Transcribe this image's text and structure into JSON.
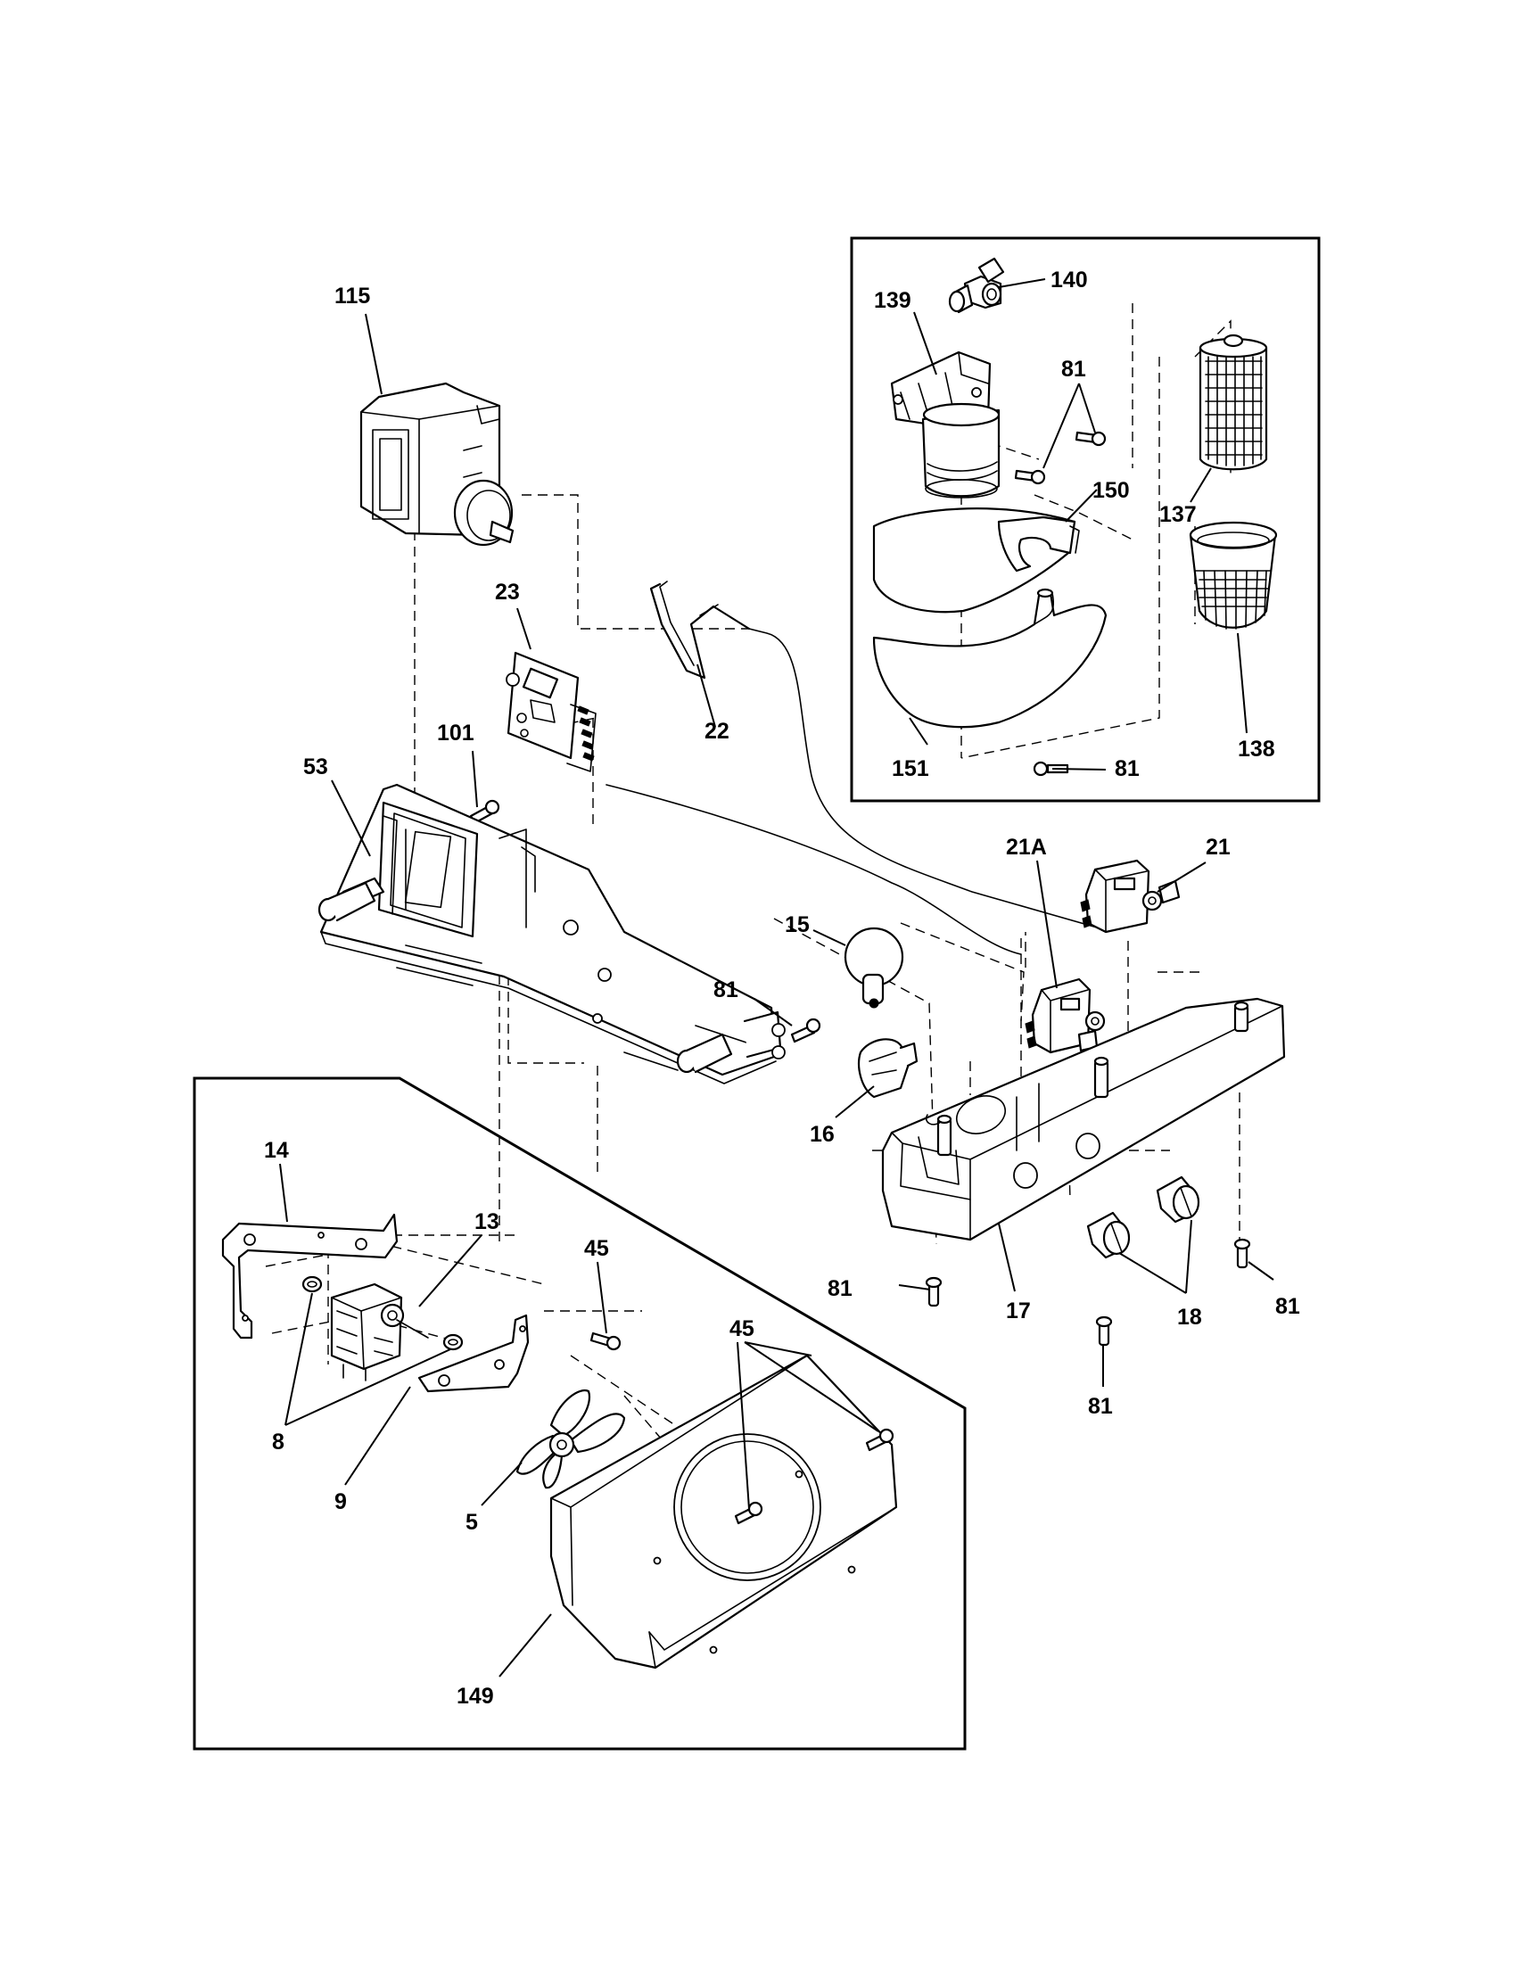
{
  "callouts": {
    "c115": "115",
    "c23": "23",
    "c22": "22",
    "c101": "101",
    "c53": "53",
    "c15": "15",
    "c81a": "81",
    "c16": "16",
    "c21a": "21A",
    "c21": "21",
    "c17": "17",
    "c18": "18",
    "c81b": "81",
    "c81c": "81",
    "c81d": "81",
    "c140": "140",
    "c139": "139",
    "c81e": "81",
    "c150": "150",
    "c137": "137",
    "c151": "151",
    "c81f": "81",
    "c138": "138",
    "c14": "14",
    "c13": "13",
    "c45a": "45",
    "c45b": "45",
    "c8": "8",
    "c9": "9",
    "c5": "5",
    "c149": "149"
  },
  "icons": {
    "callout": "part-number-callout",
    "screw": "screw-icon",
    "lamp": "light-bulb-icon"
  },
  "colors": {
    "line": "#000000",
    "background": "#ffffff"
  }
}
